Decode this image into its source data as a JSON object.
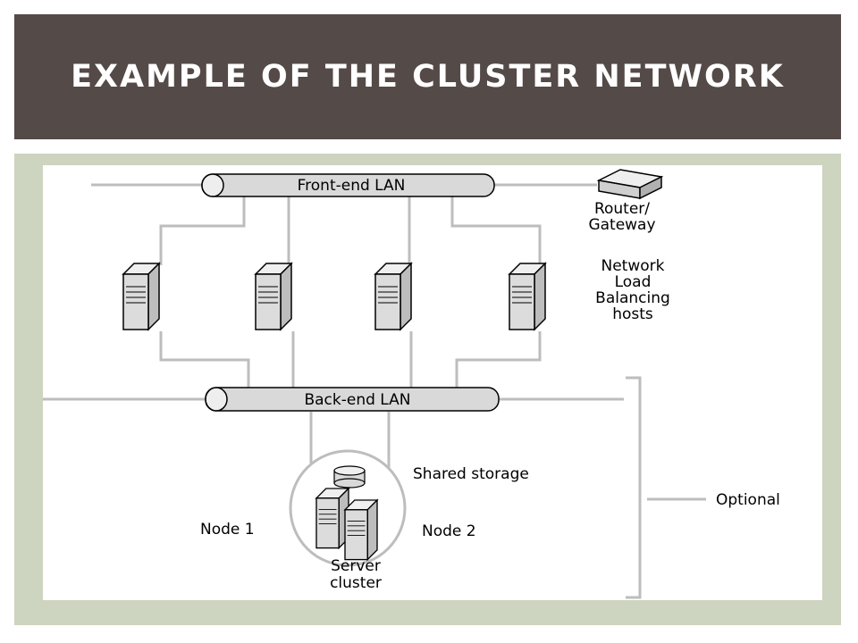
{
  "slide": {
    "title": "EXAMPLE OF THE CLUSTER NETWORK"
  },
  "diagram": {
    "front_lan_label": "Front-end LAN",
    "back_lan_label": "Back-end LAN",
    "router_label_line1": "Router/",
    "router_label_line2": "Gateway",
    "nlb_label_line1": "Network",
    "nlb_label_line2": "Load",
    "nlb_label_line3": "Balancing",
    "nlb_label_line4": "hosts",
    "shared_storage_label": "Shared storage",
    "node1_label": "Node 1",
    "node2_label": "Node 2",
    "cluster_label_line1": "Server",
    "cluster_label_line2": "cluster",
    "optional_label": "Optional"
  },
  "colors": {
    "title_bar": "#544a47",
    "frame": "#cdd4bf",
    "line": "#bfbfbf",
    "device": "#d9d9d9"
  }
}
